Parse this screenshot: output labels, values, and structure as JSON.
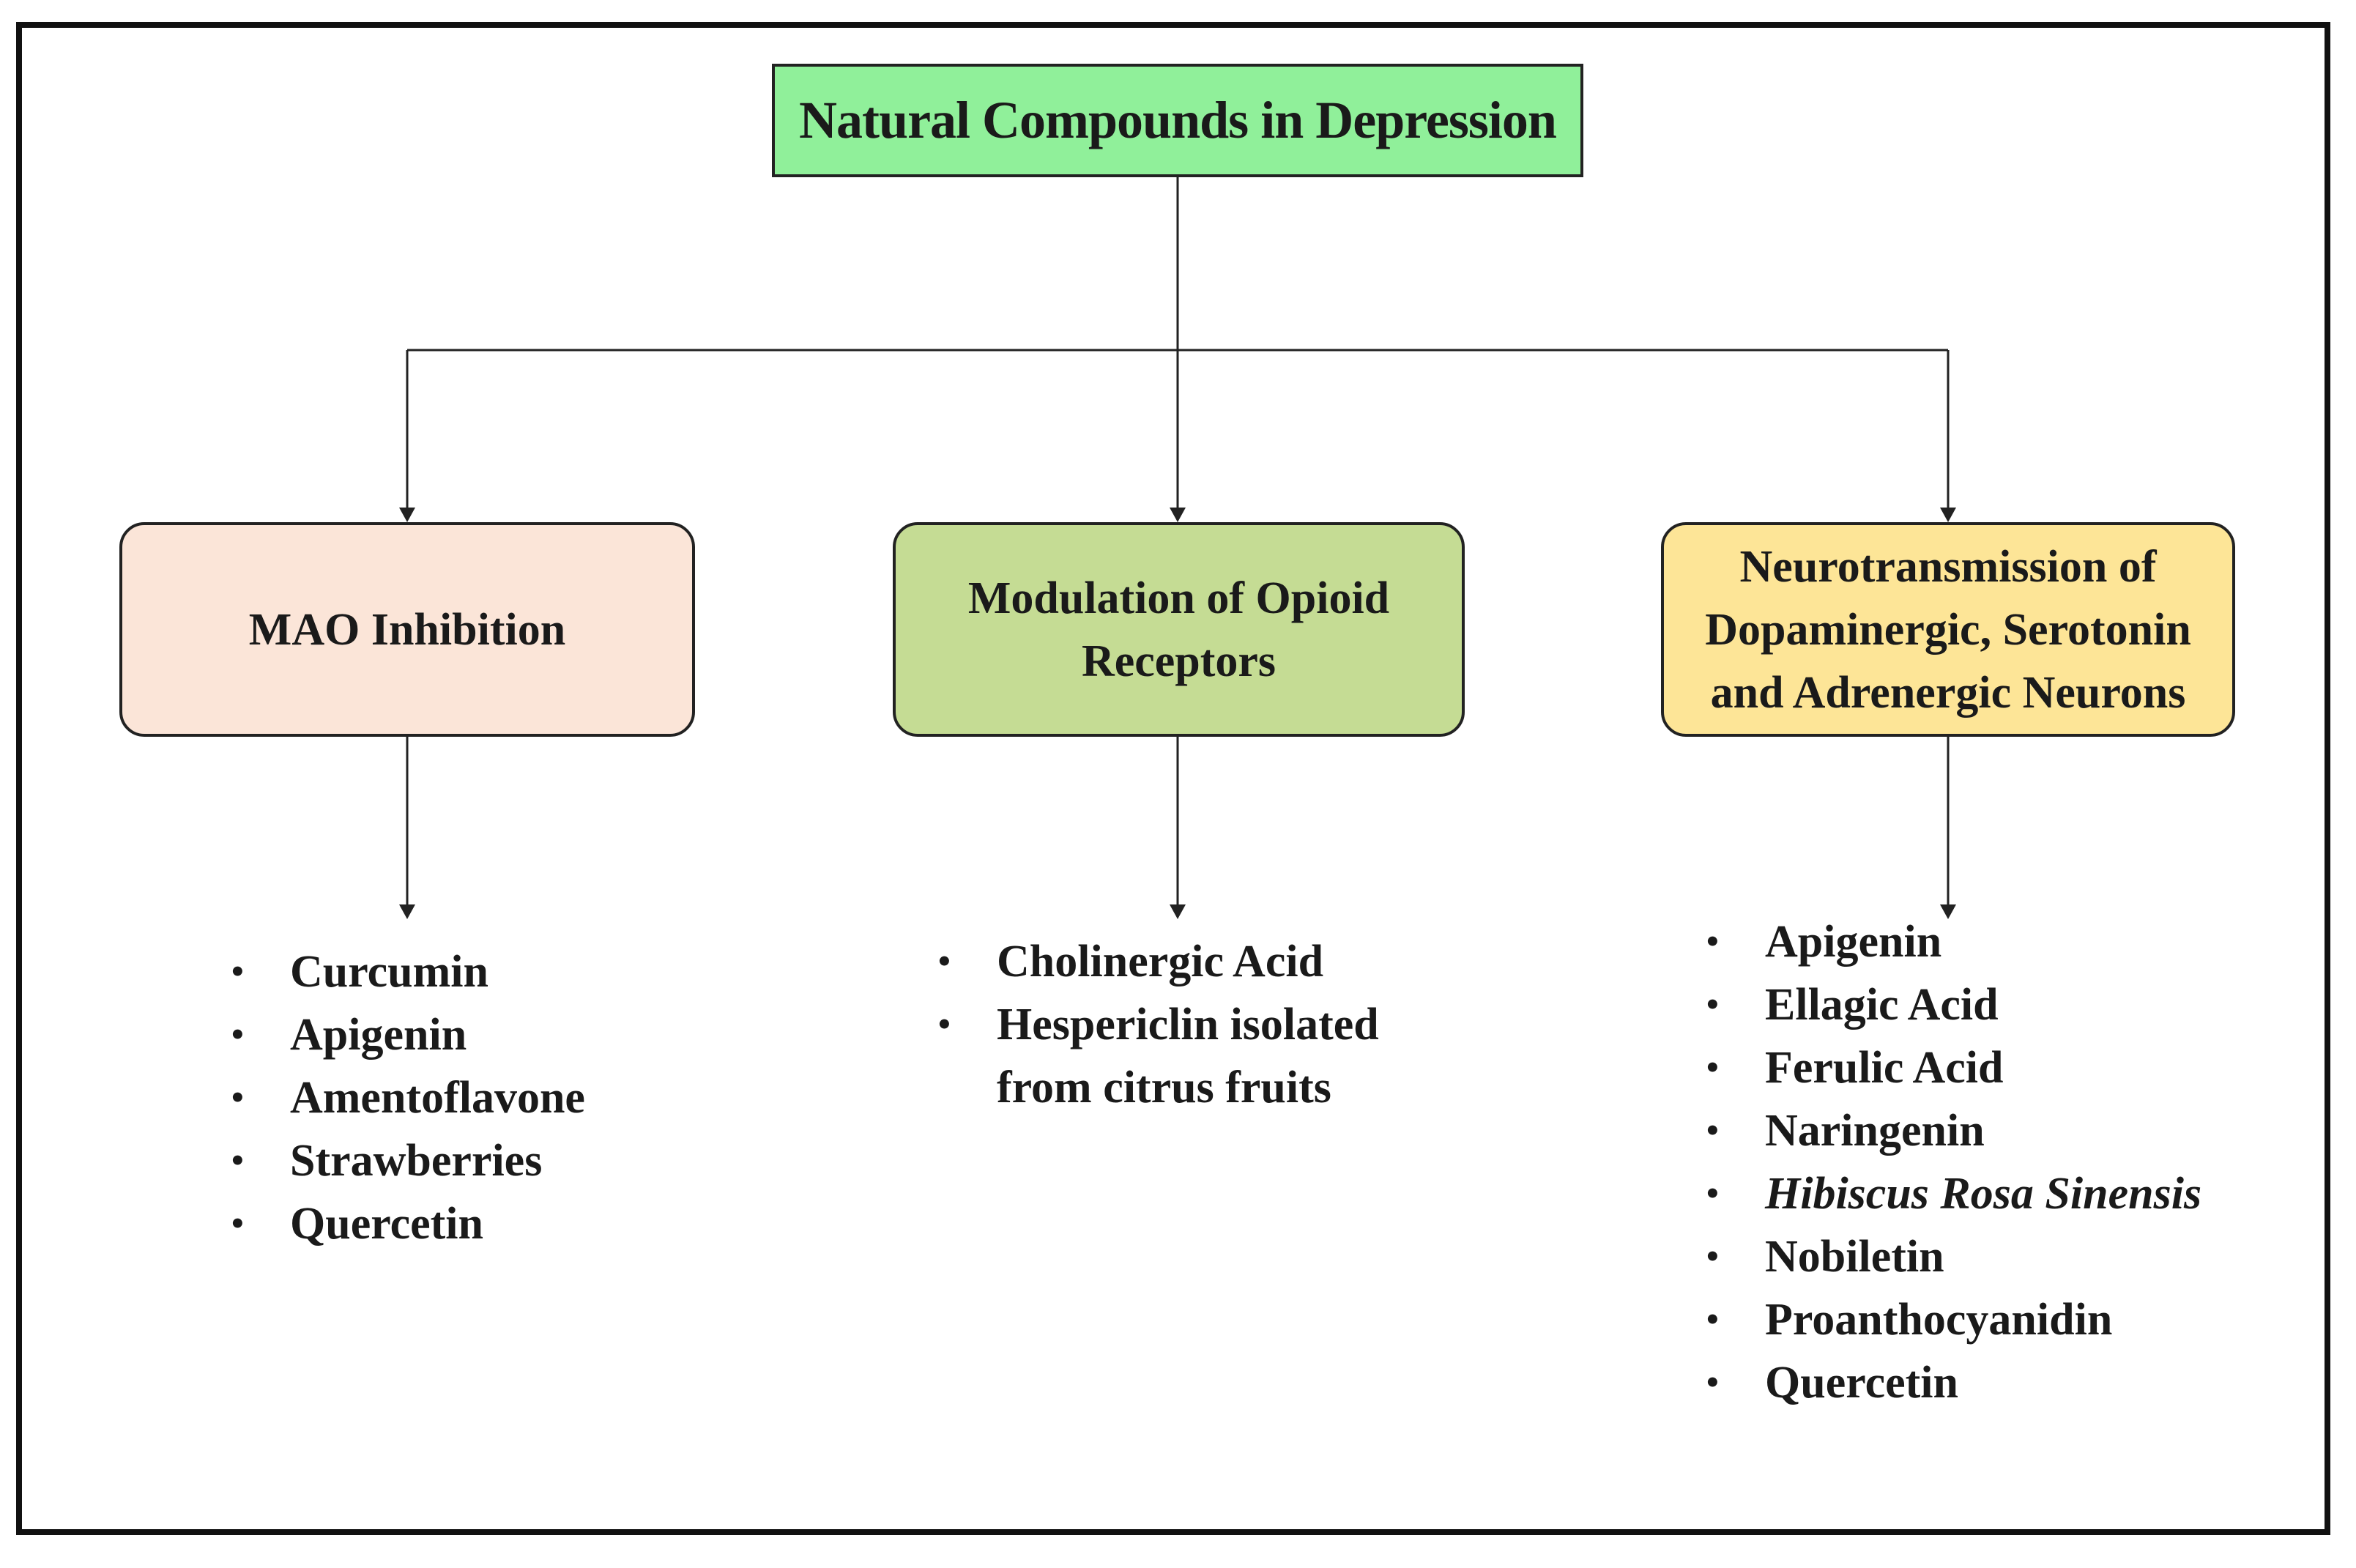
{
  "diagram": {
    "title": "Natural Compounds in Depression",
    "colors": {
      "title_fill": "#90f09a",
      "mao_fill": "#fbe5d8",
      "opioid_fill": "#c5dc94",
      "neuro_fill": "#fde597",
      "line": "#222222"
    },
    "categories": [
      {
        "label": "MAO Inhibition",
        "items": [
          {
            "text": "Curcumin",
            "italic": false
          },
          {
            "text": "Apigenin",
            "italic": false
          },
          {
            "text": "Amentoflavone",
            "italic": false
          },
          {
            "text": "Strawberries",
            "italic": false
          },
          {
            "text": "Quercetin",
            "italic": false
          }
        ]
      },
      {
        "label": "Modulation of Opioid Receptors",
        "items": [
          {
            "text": "Cholinergic Acid",
            "italic": false
          },
          {
            "text": "Hespericlin isolated from citrus fruits",
            "italic": false
          }
        ]
      },
      {
        "label": "Neurotransmission of Dopaminergic, Serotonin and Adrenergic Neurons",
        "items": [
          {
            "text": "Apigenin",
            "italic": false
          },
          {
            "text": "Ellagic Acid",
            "italic": false
          },
          {
            "text": "Ferulic Acid",
            "italic": false
          },
          {
            "text": "Naringenin",
            "italic": false
          },
          {
            "text": "Hibiscus Rosa Sinensis",
            "italic": true
          },
          {
            "text": "Nobiletin",
            "italic": false
          },
          {
            "text": "Proanthocyanidin",
            "italic": false
          },
          {
            "text": "Quercetin",
            "italic": false
          }
        ]
      }
    ]
  }
}
